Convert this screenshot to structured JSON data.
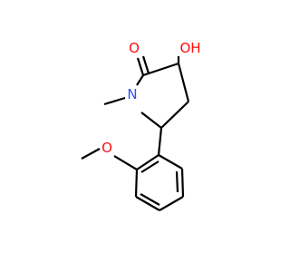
{
  "molecule": {
    "atoms": {
      "carbonyl_o": {
        "label": "O",
        "color": "#ff0d0d"
      },
      "hydroxyl": {
        "label": "OH",
        "color": "#ff0d0d"
      },
      "ring_n": {
        "label": "N",
        "color": "#3050f8"
      },
      "methoxy_o": {
        "label": "O",
        "color": "#ff0d0d"
      }
    },
    "bond_color": "#000000"
  }
}
